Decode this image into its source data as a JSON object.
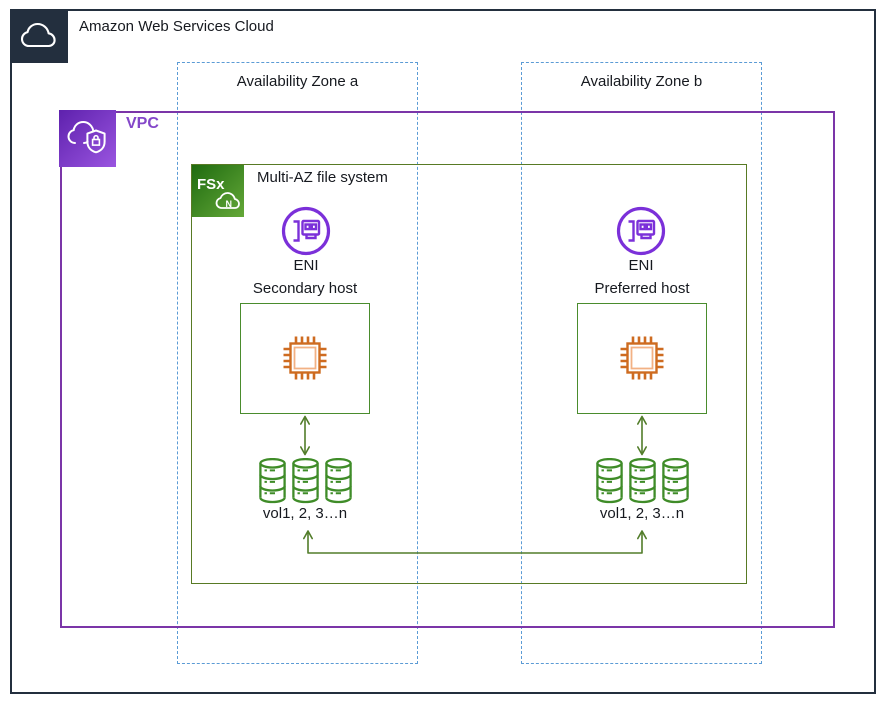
{
  "diagram": {
    "title": "Amazon Web Services Cloud",
    "vpc_label": "VPC",
    "file_system_label": "Multi-AZ file system",
    "fsx_icon_text": "FSx",
    "fsx_icon_letter": "N",
    "zones": [
      {
        "label": "Availability Zone a"
      },
      {
        "label": "Availability Zone b"
      }
    ],
    "left": {
      "eni_label": "ENI",
      "host_label": "Secondary host",
      "volumes_label": "vol1, 2, 3…n"
    },
    "right": {
      "eni_label": "ENI",
      "host_label": "Preferred host",
      "volumes_label": "vol1, 2, 3…n"
    }
  },
  "colors": {
    "aws_dark": "#232F3E",
    "az_dashed_blue": "#5B9BD5",
    "vpc_border_purple": "#7B35A8",
    "vpc_text_purple": "#8447C9",
    "filesystem_border_green": "#587A24",
    "host_border_green": "#4A8C2D",
    "volume_green": "#3F8C28",
    "arrow_green": "#527D2A",
    "chip_orange": "#CE6B20",
    "eni_purple": "#7B30D9",
    "fsx_gradient_start": "#1F6B10",
    "fsx_gradient_end": "#64A838"
  }
}
